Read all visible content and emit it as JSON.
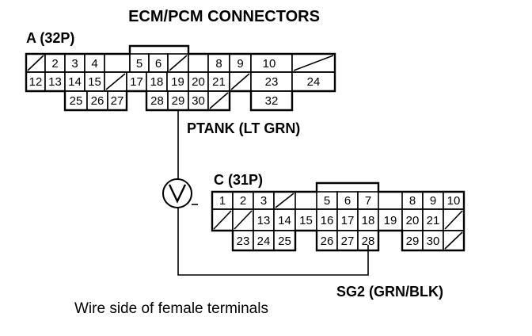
{
  "title": "ECM/PCM CONNECTORS",
  "caption": "Wire side of female terminals",
  "connector_a": {
    "label": "A (32P)",
    "row1": [
      "",
      "2",
      "3",
      "4",
      "",
      "5",
      "6",
      "",
      "",
      "8",
      "9",
      "10",
      ""
    ],
    "row2": [
      "12",
      "13",
      "14",
      "15",
      "",
      "17",
      "18",
      "19",
      "20",
      "21",
      "",
      "23",
      "24"
    ],
    "row3": [
      "25",
      "26",
      "27",
      "28",
      "29",
      "30",
      "",
      "32"
    ]
  },
  "connector_c": {
    "label": "C (31P)",
    "row1": [
      "1",
      "2",
      "3",
      "",
      "5",
      "6",
      "7",
      "8",
      "9",
      "10"
    ],
    "row2": [
      "",
      "",
      "13",
      "14",
      "15",
      "16",
      "17",
      "18",
      "19",
      "20",
      "21",
      ""
    ],
    "row3": [
      "23",
      "24",
      "25",
      "26",
      "27",
      "28",
      "29",
      "30",
      ""
    ]
  },
  "wires": {
    "ptank": "PTANK (LT GRN)",
    "sg2": "SG2 (GRN/BLK)"
  },
  "meter_symbol": "V"
}
